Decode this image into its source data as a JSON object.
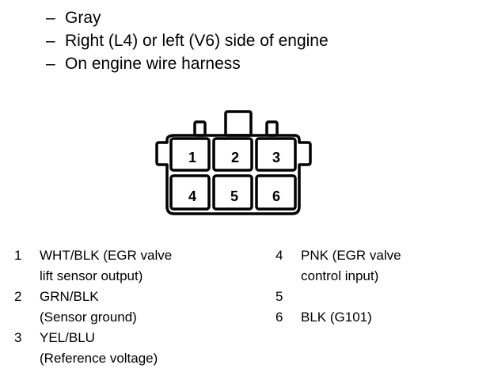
{
  "header": {
    "dash": "–",
    "lines": [
      "Gray",
      "Right (L4) or left (V6) side of engine",
      "On engine wire harness"
    ]
  },
  "connector": {
    "pins": [
      "1",
      "2",
      "3",
      "4",
      "5",
      "6"
    ]
  },
  "pin_list": {
    "left": [
      {
        "num": "1",
        "lines": [
          "WHT/BLK (EGR valve",
          "lift sensor output)"
        ]
      },
      {
        "num": "2",
        "lines": [
          "GRN/BLK",
          "(Sensor ground)"
        ]
      },
      {
        "num": "3",
        "lines": [
          "YEL/BLU",
          "(Reference voltage)"
        ]
      }
    ],
    "right": [
      {
        "num": "4",
        "lines": [
          "PNK (EGR valve",
          "control input)"
        ]
      },
      {
        "num": "5",
        "lines": [
          ""
        ]
      },
      {
        "num": "6",
        "lines": [
          "BLK (G101)"
        ]
      }
    ]
  }
}
